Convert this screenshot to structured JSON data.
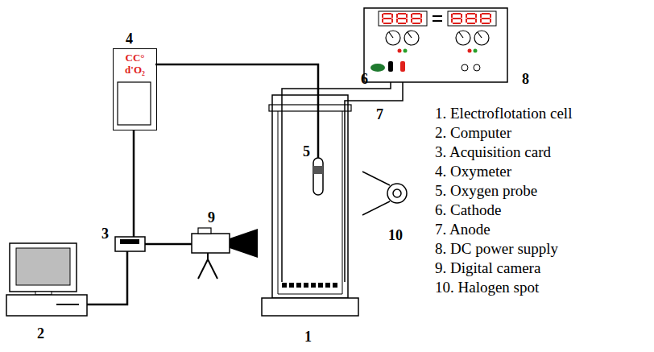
{
  "diagram": {
    "nodes": [
      {
        "text": [
          "CC° d'O₂"
        ]
      }
    ],
    "labels": [
      "8",
      "4",
      "6",
      "7",
      "5",
      "3",
      "9",
      "10",
      "2",
      "1",
      "1. Electroflotation cell",
      "2. Computer",
      "3. Acquisition card",
      "4. Oxymeter",
      "5. Oxygen probe",
      "6. Cathode",
      "7. Anode",
      "8. DC power supply",
      "9. Digital camera",
      "10. Halogen spot"
    ]
  }
}
